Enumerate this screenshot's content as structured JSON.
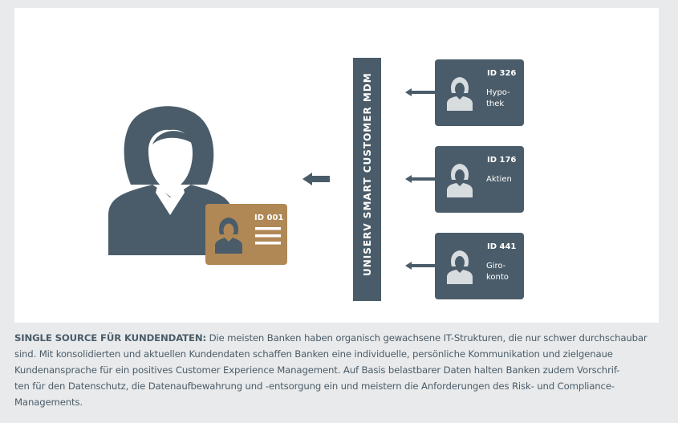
{
  "colors": {
    "slate": "#4a5c69",
    "brown": "#b08856",
    "light": "#ffffff",
    "silhouette_light": "#d7dcdf"
  },
  "mdm_label": "UNISERV SMART CUSTOMER MDM",
  "main_card": {
    "id": "ID 001",
    "icon": "id-card-icon"
  },
  "cards": [
    {
      "id": "ID 326",
      "label_lines": [
        "Hypo-",
        "thek"
      ]
    },
    {
      "id": "ID 176",
      "label_lines": [
        "Aktien"
      ]
    },
    {
      "id": "ID 441",
      "label_lines": [
        "Giro-",
        "konto"
      ]
    }
  ],
  "caption": {
    "heading": "SINGLE SOURCE FÜR KUNDENDATEN:",
    "lines": [
      "Die meisten Banken haben organisch gewachsene IT-Strukturen, die nur schwer durchschaubar",
      "sind. Mit konsolidierten und aktuellen Kundendaten schaffen Banken eine individuelle, persönliche Kommunikation und zielgenaue",
      "Kundenansprache für ein positives Customer Experience Management. Auf Basis belastbarer Daten halten Banken zudem Vorschrif-",
      "ten für den Datenschutz, die Datenaufbewahrung und -entsorgung ein und meistern die Anforderungen des Risk- und Compliance-",
      "Managements."
    ]
  }
}
